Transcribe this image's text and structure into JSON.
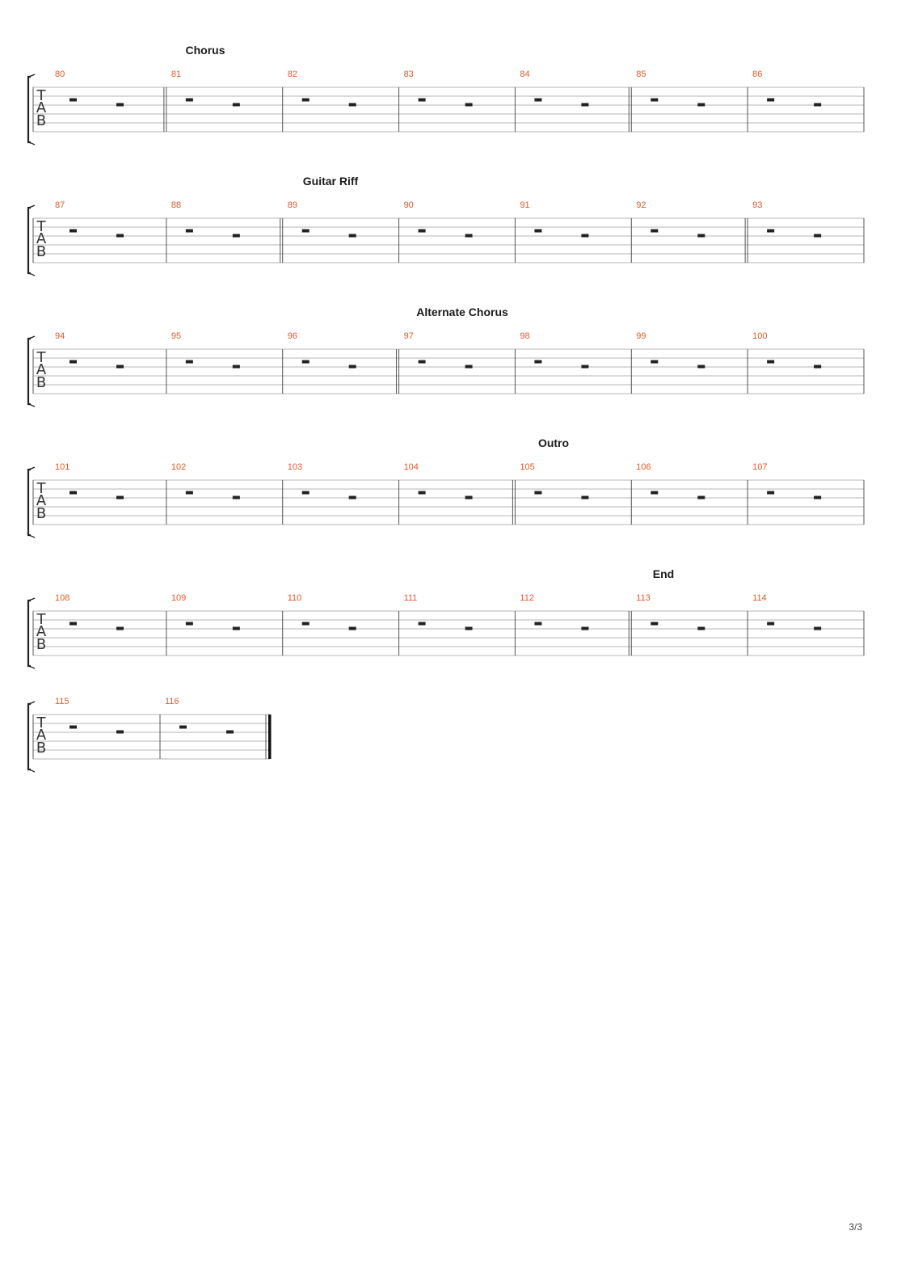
{
  "tab_letters": [
    "T",
    "A",
    "B"
  ],
  "colors": {
    "bar_number": "#e8582a",
    "section_text": "#1a1a1a",
    "staff_line": "#b4b4b4",
    "barline": "#555555",
    "rest": "#222222"
  },
  "systems": [
    {
      "section": "Chorus",
      "bars": [
        {
          "number": "80",
          "end": "double"
        },
        {
          "number": "81",
          "end": "single"
        },
        {
          "number": "82",
          "end": "single"
        },
        {
          "number": "83",
          "end": "single"
        },
        {
          "number": "84",
          "end": "double"
        },
        {
          "number": "85",
          "end": "single"
        },
        {
          "number": "86",
          "end": "single"
        }
      ]
    },
    {
      "section": "Guitar Riff",
      "bars": [
        {
          "number": "87",
          "end": "single"
        },
        {
          "number": "88",
          "end": "double"
        },
        {
          "number": "89",
          "end": "single"
        },
        {
          "number": "90",
          "end": "single"
        },
        {
          "number": "91",
          "end": "single"
        },
        {
          "number": "92",
          "end": "double"
        },
        {
          "number": "93",
          "end": "single"
        }
      ]
    },
    {
      "section": "Alternate Chorus",
      "bars": [
        {
          "number": "94",
          "end": "single"
        },
        {
          "number": "95",
          "end": "single"
        },
        {
          "number": "96",
          "end": "double"
        },
        {
          "number": "97",
          "end": "single"
        },
        {
          "number": "98",
          "end": "single"
        },
        {
          "number": "99",
          "end": "single"
        },
        {
          "number": "100",
          "end": "single"
        }
      ]
    },
    {
      "section": "Outro",
      "bars": [
        {
          "number": "101",
          "end": "single"
        },
        {
          "number": "102",
          "end": "single"
        },
        {
          "number": "103",
          "end": "single"
        },
        {
          "number": "104",
          "end": "double"
        },
        {
          "number": "105",
          "end": "single"
        },
        {
          "number": "106",
          "end": "single"
        },
        {
          "number": "107",
          "end": "single"
        }
      ]
    },
    {
      "section": "End",
      "bars": [
        {
          "number": "108",
          "end": "single"
        },
        {
          "number": "109",
          "end": "single"
        },
        {
          "number": "110",
          "end": "single"
        },
        {
          "number": "111",
          "end": "single"
        },
        {
          "number": "112",
          "end": "double"
        },
        {
          "number": "113",
          "end": "single"
        },
        {
          "number": "114",
          "end": "single"
        }
      ]
    },
    {
      "section": "",
      "bars": [
        {
          "number": "115",
          "end": "single"
        },
        {
          "number": "116",
          "end": "final"
        }
      ]
    }
  ],
  "page_number": "3/3"
}
